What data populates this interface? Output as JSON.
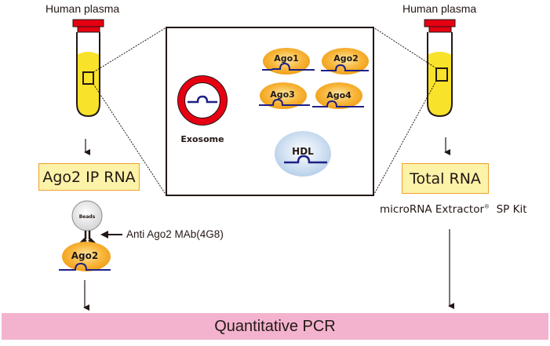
{
  "left_column": {
    "title": "Human plasma",
    "result_label": "Ago2 IP RNA",
    "beads_label": "Beads",
    "protein_label": "Ago2",
    "antibody_label": "Anti Ago2 MAb(4G8)"
  },
  "right_column": {
    "title": "Human plasma",
    "result_label": "Total RNA",
    "kit_label": "microRNA Extractor",
    "kit_mark": "®",
    "kit_suffix": "SP Kit"
  },
  "detail_panel": {
    "exosome_label": "Exosome",
    "ago_labels": [
      "Ago1",
      "Ago2",
      "Ago3",
      "Ago4"
    ],
    "hdl_label": "HDL"
  },
  "bottom": {
    "label": "Quantitative PCR"
  },
  "colors": {
    "tube_cap": "#e60012",
    "plasma": "#f8e22a",
    "ago": "#f5a623",
    "rna_strand": "#1d2088",
    "exosome": "#e60012",
    "hdl": "#c9dcef",
    "result_box_fill": "#fcf2a8",
    "result_box_border": "#f0a030",
    "pcr_bar": "#f3b3ce"
  }
}
